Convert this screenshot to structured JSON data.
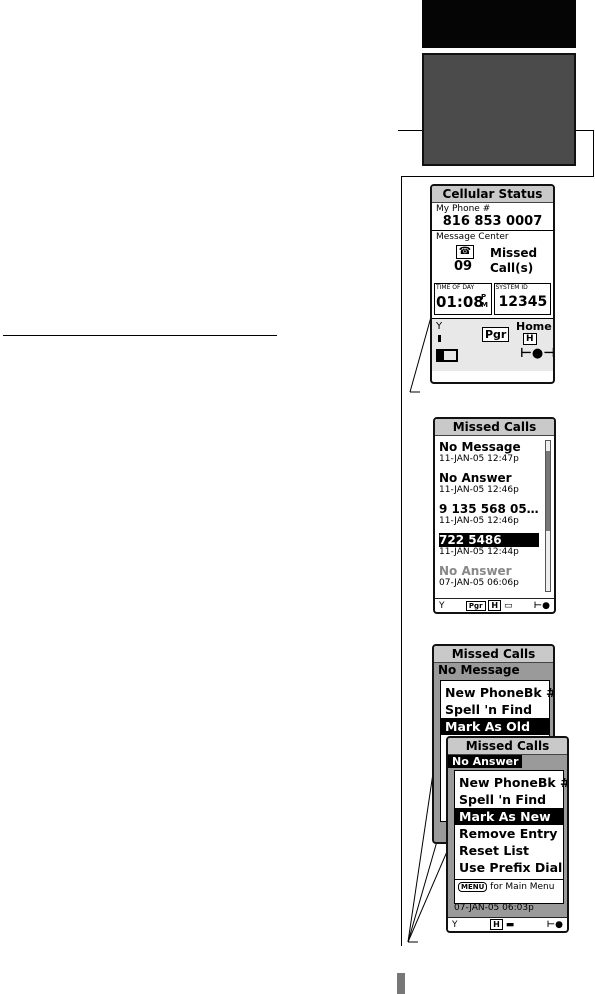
{
  "cellular_status": {
    "title": "Cellular Status",
    "my_phone_label": "My Phone #",
    "my_phone_number": "816 853 0007",
    "message_center_label": "Message Center",
    "missed_count": "09",
    "missed_line1": "Missed",
    "missed_line2": "Call(s)",
    "time_label": "TIME OF DAY",
    "time_value": "01:08",
    "time_suffix_top": "P",
    "time_suffix_bottom": "M",
    "system_label": "SYSTEM ID",
    "system_value": "12345",
    "pgr": "Pgr",
    "home": "Home",
    "home_badge": "H"
  },
  "missed_calls": {
    "title": "Missed Calls",
    "entries": [
      {
        "name": "No Message",
        "date": "11-JAN-05 12:47p"
      },
      {
        "name": "No Answer",
        "date": "11-JAN-05 12:46p"
      },
      {
        "name": "9 135 568 05…",
        "date": "11-JAN-05 12:46p"
      },
      {
        "name": "722 5486",
        "date": "11-JAN-05 12:44p"
      },
      {
        "name": "No Answer",
        "date": "07-JAN-05 06:06p"
      }
    ],
    "status_pgr": "Pgr",
    "status_h": "H"
  },
  "menu_back": {
    "title": "Missed Calls",
    "first_entry": "No Message",
    "items": [
      "New PhoneBk #",
      "Spell 'n Find",
      "Mark As Old"
    ]
  },
  "menu_front": {
    "title": "Missed Calls",
    "first_entry": "No Answer",
    "items": [
      "New PhoneBk #",
      "Spell 'n Find",
      "Mark As New",
      "Remove Entry",
      "Reset List",
      "Use Prefix Dial"
    ],
    "footer_key": "MENU",
    "footer_text": "for Main Menu",
    "bottom_date": "07-JAN-05 06:03p",
    "status_h": "H"
  }
}
